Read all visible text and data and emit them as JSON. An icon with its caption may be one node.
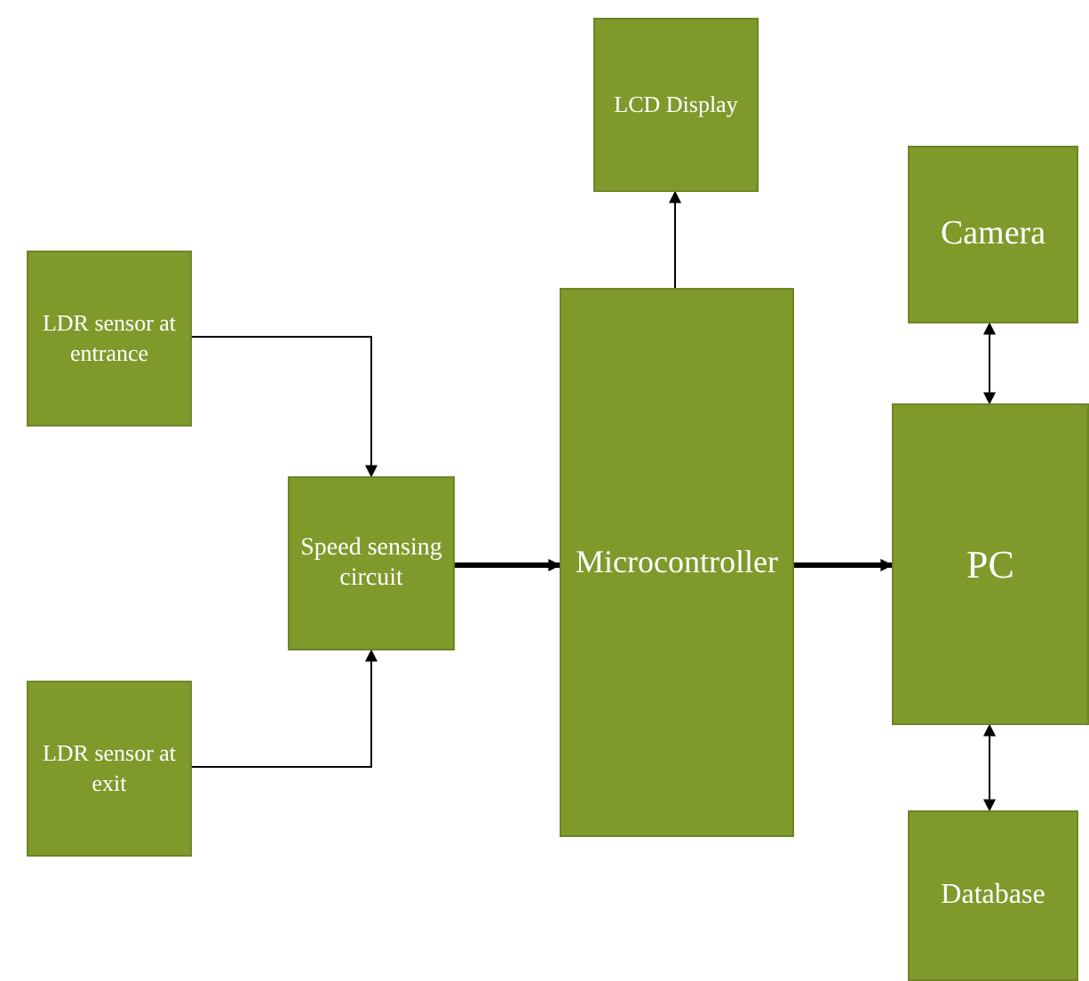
{
  "diagram": {
    "nodes": [
      {
        "text": [
          "LCD Display"
        ]
      },
      {
        "text": [
          "Camera"
        ]
      },
      {
        "text": [
          "LDR sensor at entrance"
        ]
      },
      {
        "text": [
          "Speed sensing circuit"
        ]
      },
      {
        "text": [
          "Microcontroller"
        ]
      },
      {
        "text": [
          "PC"
        ]
      },
      {
        "text": [
          "LDR sensor at exit"
        ]
      },
      {
        "text": [
          "Database"
        ]
      }
    ],
    "edges": [
      {
        "from": 2,
        "to": 3,
        "arrow": "to"
      },
      {
        "from": 6,
        "to": 3,
        "arrow": "to"
      },
      {
        "from": 3,
        "to": 4,
        "arrow": "to",
        "style": "thick"
      },
      {
        "from": 4,
        "to": 5,
        "arrow": "to",
        "style": "thick"
      },
      {
        "from": 4,
        "to": 0,
        "arrow": "to"
      },
      {
        "from": 1,
        "to": 5,
        "arrow": "both"
      },
      {
        "from": 5,
        "to": 7,
        "arrow": "both"
      }
    ]
  }
}
